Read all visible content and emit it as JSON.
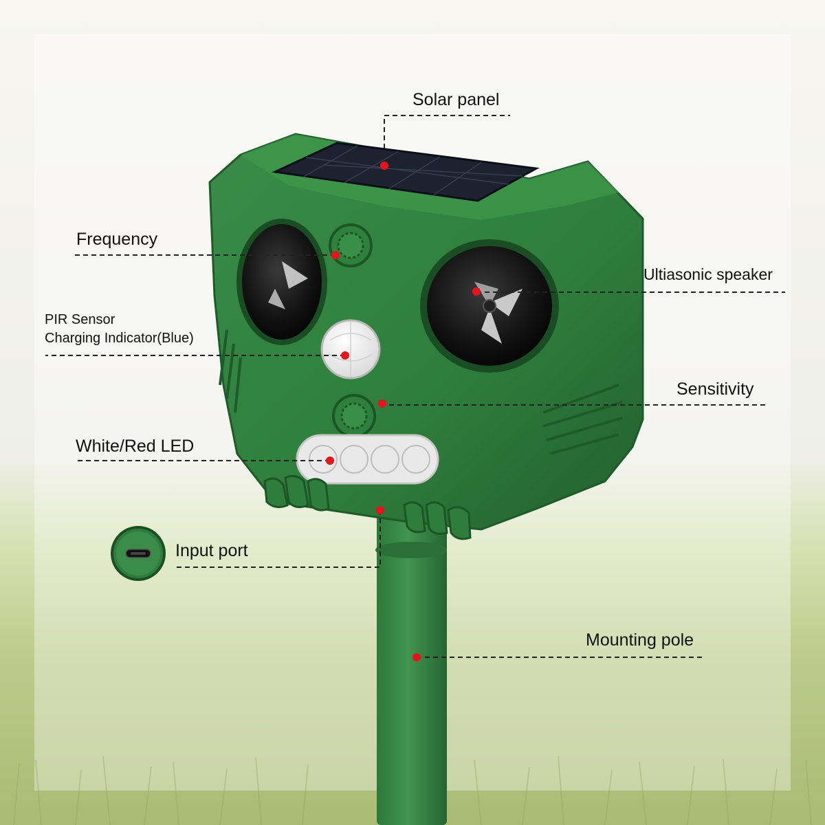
{
  "callouts": {
    "solar_panel": "Solar panel",
    "frequency": "Frequency",
    "ultrasonic_speaker": "Ultiasonic speaker",
    "pir_sensor": "PIR Sensor",
    "charging_indicator": "Charging Indicator(Blue)",
    "sensitivity": "Sensitivity",
    "white_red_led": "White/Red LED",
    "input_port": "Input port",
    "mounting_pole": "Mounting pole"
  },
  "colors": {
    "device_green": "#2e7d3c",
    "device_dark": "#1f5a2a",
    "callout_dot": "#e8141b",
    "leader_line": "#222222",
    "grass": "#a9bb74"
  },
  "icons": {
    "usb_port": "usb-c-port-icon"
  }
}
